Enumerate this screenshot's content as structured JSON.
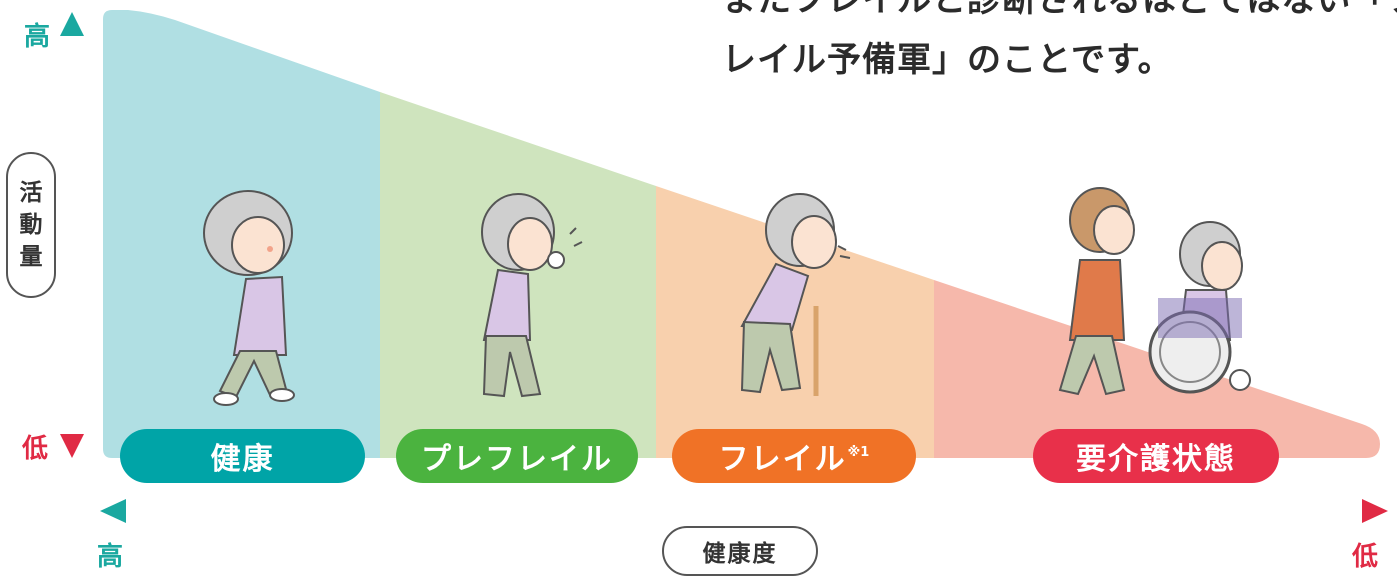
{
  "intro": {
    "line1": "またフレイルと診断されるほどではない「フ",
    "line2": "レイル予備軍」のことです。"
  },
  "vertical_axis": {
    "label": "活動量",
    "high": "高",
    "low": "低"
  },
  "horizontal_axis": {
    "label": "健康度",
    "high": "高",
    "low": "低"
  },
  "stages": [
    {
      "label": "健康",
      "note": "",
      "color": "#00a4a7",
      "band_color": "#b0dfe3"
    },
    {
      "label": "プレフレイル",
      "note": "",
      "color": "#4bb33f",
      "band_color": "#cfe4be"
    },
    {
      "label": "フレイル",
      "note": "※1",
      "color": "#f07226",
      "band_color": "#f8d0ad"
    },
    {
      "label": "要介護状態",
      "note": "",
      "color": "#e8304a",
      "band_color": "#f6b8ab"
    }
  ],
  "colors": {
    "axis_high": "#1aa8a0",
    "axis_low": "#e02a44"
  }
}
